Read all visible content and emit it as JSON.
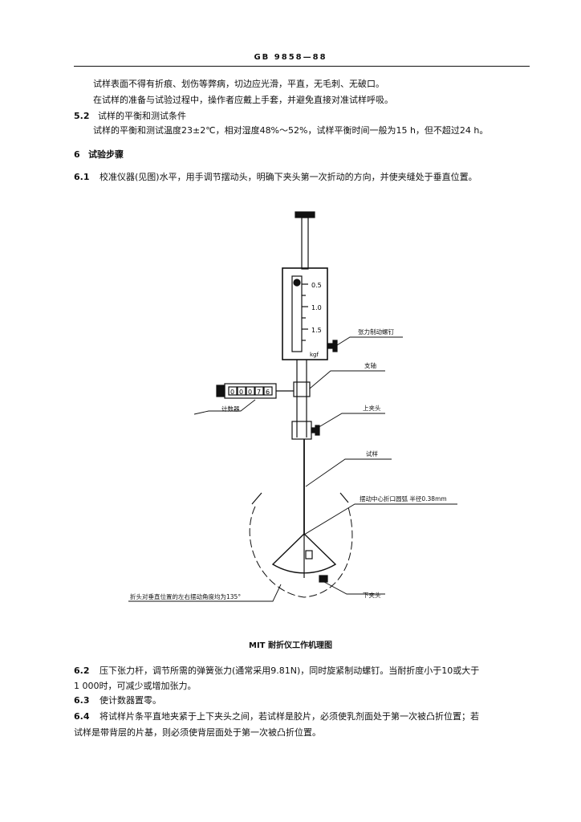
{
  "header": {
    "code": "GB 9858—88"
  },
  "text": {
    "p1": "试样表面不得有折痕、划伤等弊病，切边应光滑，平直，无毛刺、无破口。",
    "p2": "在试样的准备与试验过程中，操作者应戴上手套，并避免直接对准试样呼吸。",
    "s52_num": "5.2",
    "s52_title": "试样的平衡和测试条件",
    "s52_body": "试样的平衡和测试温度23±2℃，相对湿度48%～52%，试样平衡时间一般为15 h，但不超过24 h。",
    "s6_num": "6",
    "s6_title": "试验步骤",
    "s61_num": "6.1",
    "s61_body": "校准仪器(见图)水平，用手调节摆动头，明确下夹头第一次折动的方向，并使夹缝处于垂直位置。",
    "s62_num": "6.2",
    "s62_line1": "压下张力杆，调节所需的弹簧张力(通常采用9.81N)，同时旋紧制动螺钉。当耐折度小于10或大于",
    "s62_line2": "1 000时，可减少或增加张力。",
    "s63_num": "6.3",
    "s63_body": "使计数器置零。",
    "s64_num": "6.4",
    "s64_line1": "将试样片条平直地夹紧于上下夹头之间，若试样是胶片，必须使乳剂面处于第一次被凸折位置；若",
    "s64_line2": "试样是带背层的片基，则必须使背层面处于第一次被凸折位置。"
  },
  "figure": {
    "caption": "MIT 耐折仪工作机理图",
    "scale_marks": [
      "0.5",
      "1.0",
      "1.5"
    ],
    "scale_unit": "kgf",
    "counter_digits": [
      "0",
      "0",
      "0",
      "7",
      "6"
    ],
    "labels": {
      "brake_screw": "张力制动螺钉",
      "pivot": "支轴",
      "upper_clamp": "上夹头",
      "specimen": "试样",
      "fold_edge": "摆动中心折口圆弧 半径0.38mm",
      "counter": "计数器",
      "swing_angle": "折头对垂直位置的左右摆动角度均为135°",
      "lower_clamp": "下夹头"
    }
  }
}
